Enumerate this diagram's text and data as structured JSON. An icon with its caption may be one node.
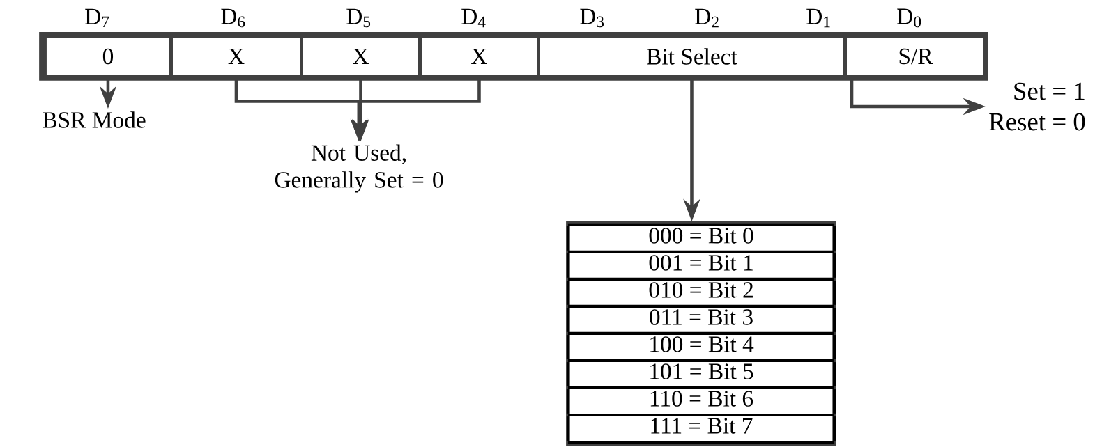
{
  "diagram": {
    "nodes": [
      {
        "text": [
          "0"
        ]
      },
      {
        "text": [
          "X"
        ]
      },
      {
        "text": [
          "X"
        ]
      },
      {
        "text": [
          "X"
        ]
      },
      {
        "text": [
          "Bit Select"
        ]
      },
      {
        "text": [
          "S/R"
        ]
      },
      {
        "text": [
          "Set = 1",
          "Reset = 0"
        ]
      },
      {
        "text": [
          "BSR Mode"
        ]
      },
      {
        "text": [
          "Not Used, Generally Set = 0"
        ]
      },
      {
        "text": [
          "000 = Bit 0",
          "001 = Bit 1",
          "010 = Bit 2",
          "011 = Bit 3",
          "100 = Bit 4",
          "101 = Bit 5",
          "110 = Bit 6",
          "111 = Bit 7"
        ]
      }
    ],
    "edges": [
      {
        "from": 0,
        "to": 7,
        "arrow": "to"
      },
      {
        "from": 1,
        "to": 8,
        "arrow": "to"
      },
      {
        "from": 2,
        "to": 8,
        "arrow": "to"
      },
      {
        "from": 3,
        "to": 8,
        "arrow": "to"
      },
      {
        "from": 4,
        "to": 9,
        "arrow": "to"
      },
      {
        "from": 5,
        "to": 6,
        "arrow": "to"
      }
    ],
    "labels": [
      "D$_{7}$",
      "D$_{6}$",
      "D$_{5}$",
      "D$_{4}$",
      "D$_{3}$",
      "D$_{2}$",
      "D$_{1}$",
      "D$_{0}$"
    ]
  }
}
